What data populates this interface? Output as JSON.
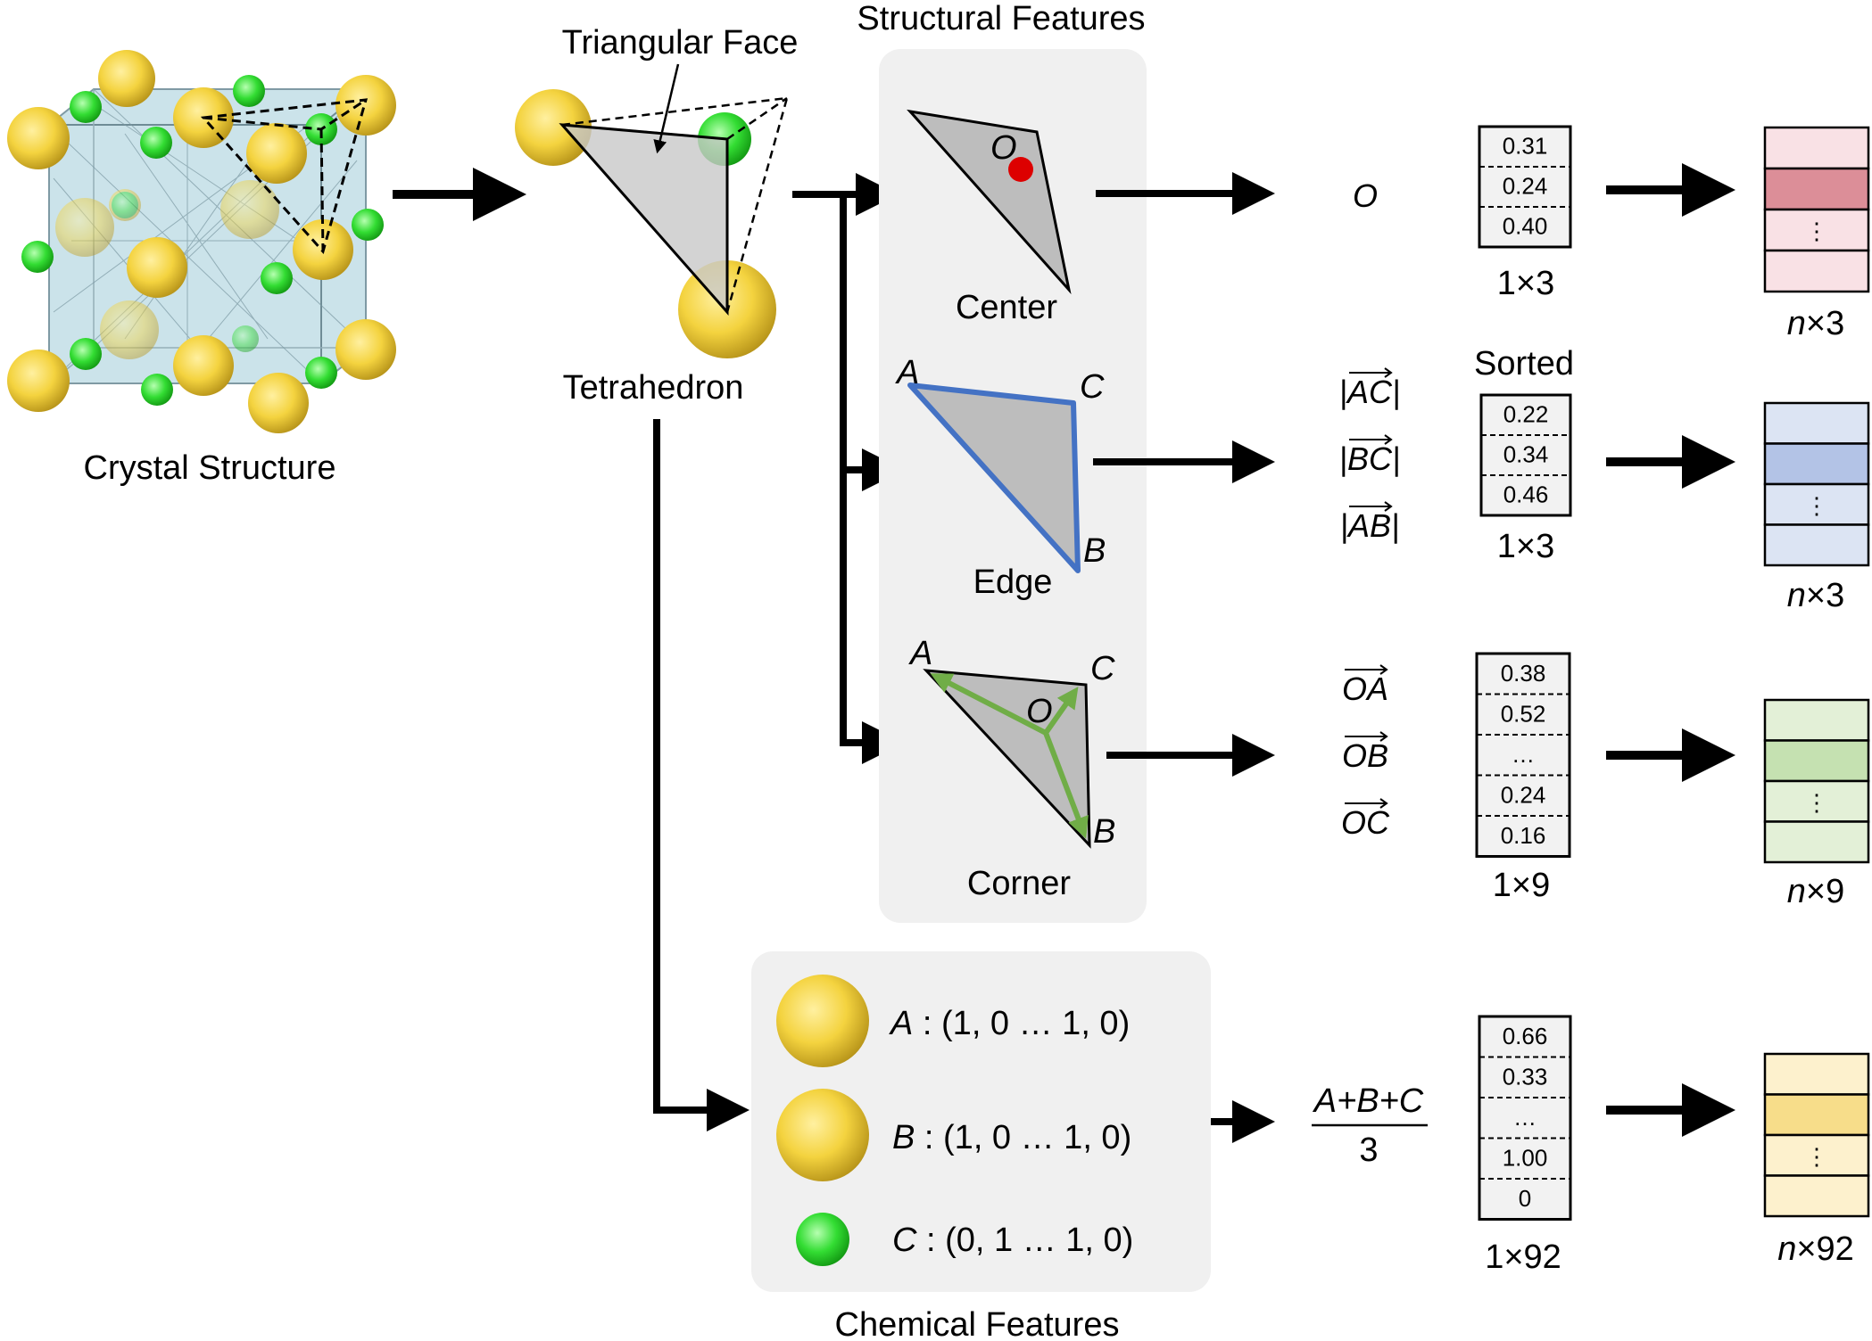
{
  "labels": {
    "crystal": "Crystal Structure",
    "triangular_face": "Triangular Face",
    "tetrahedron": "Tetrahedron",
    "structural_features": "Structural Features",
    "chemical_features": "Chemical Features",
    "center": "Center",
    "edge": "Edge",
    "corner": "Corner",
    "sorted": "Sorted"
  },
  "points": {
    "O": "O",
    "A": "A",
    "B": "B",
    "C": "C"
  },
  "rows": {
    "center": {
      "expr": "O",
      "values": [
        "0.31",
        "0.24",
        "0.40"
      ],
      "dim": "1×3",
      "out_n": "n",
      "out_dim": "×3",
      "color_light": "#f9e1e5",
      "color_dark": "#dc8e98"
    },
    "edge": {
      "exprs": [
        "AC",
        "BC",
        "AB"
      ],
      "values": [
        "0.22",
        "0.34",
        "0.46"
      ],
      "dim": "1×3",
      "out_n": "n",
      "out_dim": "×3",
      "color_light": "#dce4f3",
      "color_dark": "#b3c3e6"
    },
    "corner": {
      "exprs": [
        "OA",
        "OB",
        "OC"
      ],
      "values": [
        "0.38",
        "0.52",
        "…",
        "0.24",
        "0.16"
      ],
      "dim": "1×9",
      "out_n": "n",
      "out_dim": "×9",
      "color_light": "#e3f0d7",
      "color_dark": "#c5e1b1"
    },
    "chemical": {
      "numerator": "A+B+C",
      "denominator": "3",
      "values": [
        "0.66",
        "0.33",
        "…",
        "1.00",
        "0"
      ],
      "dim": "1×92",
      "out_n": "n",
      "out_dim": "×92",
      "color_light": "#fdf1cd",
      "color_dark": "#f7dd8a"
    }
  },
  "atoms": [
    {
      "letter": "A",
      "vector": " : (1, 0 … 1, 0)"
    },
    {
      "letter": "B",
      "vector": " : (1, 0 … 1, 0)"
    },
    {
      "letter": "C",
      "vector": " : (0, 1 … 1, 0)"
    }
  ],
  "colors": {
    "gold_atom": "#f4d33f",
    "green_atom": "#33dd33",
    "edge_blue": "#4472c4",
    "corner_green": "#70ad47",
    "center_red": "#dd0000"
  },
  "ellipsis": "⋮"
}
